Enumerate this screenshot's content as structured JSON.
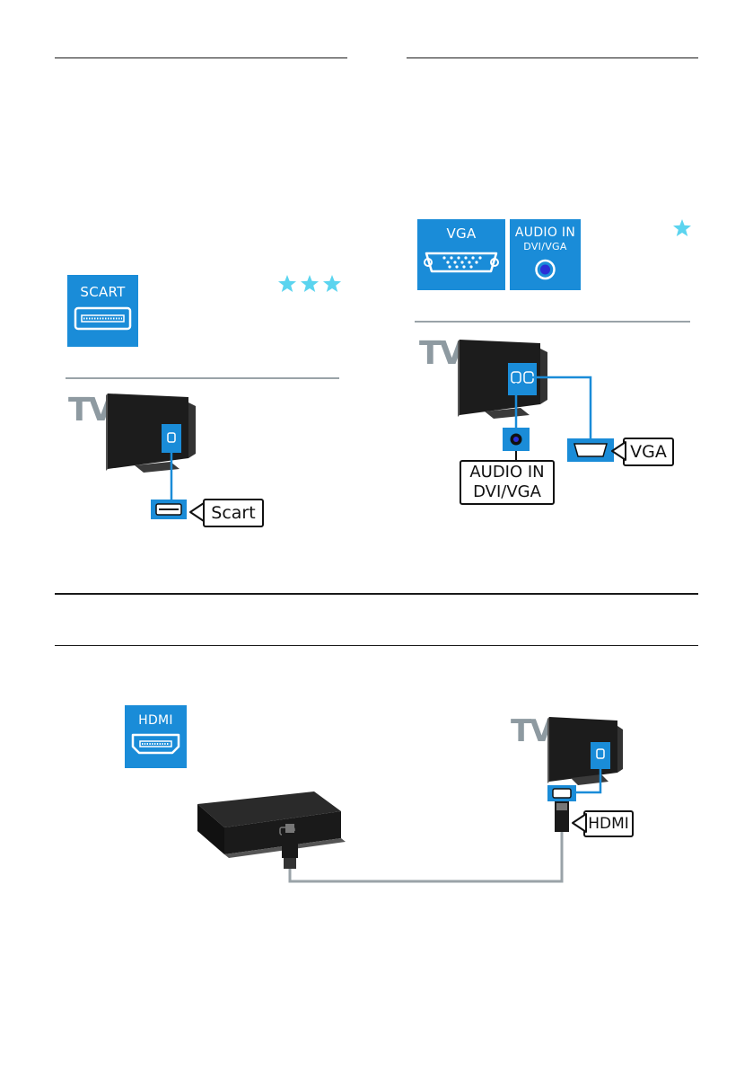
{
  "colors": {
    "port_blue": "#1a8cd8",
    "star": "#5bd4ef",
    "cable_grey": "#9aa3a8",
    "cable_blue": "#1a8cd8"
  },
  "scart_panel": {
    "port_label": "SCART",
    "rating_stars": 3,
    "tv_label": "TV",
    "callout": "Scart"
  },
  "vga_panel": {
    "vga_label": "VGA",
    "audio_label_line1": "AUDIO IN",
    "audio_label_line2": "DVI/VGA",
    "rating_stars": 1,
    "tv_label": "TV",
    "callout_audio_line1": "AUDIO IN",
    "callout_audio_line2": "DVI/VGA",
    "callout_vga": "VGA"
  },
  "hdmi_panel": {
    "port_label": "HDMI",
    "tv_label": "TV",
    "callout": "HDMI"
  }
}
